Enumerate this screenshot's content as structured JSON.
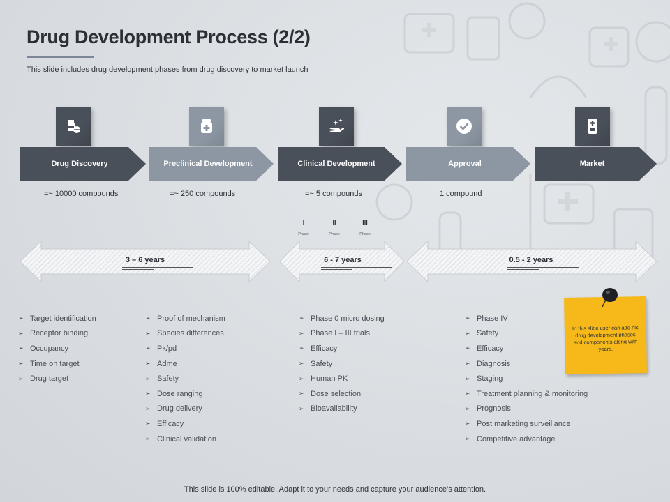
{
  "title": "Drug Development Process (2/2)",
  "subtitle": "This slide includes drug development phases from drug discovery to market launch",
  "stages": [
    {
      "label": "Drug Discovery",
      "compounds": "=~ 10000 compounds",
      "icon": "pills-icon"
    },
    {
      "label": "Preclinical Development",
      "compounds": "=~ 250 compounds",
      "icon": "medicine-bottle-icon"
    },
    {
      "label": "Clinical Development",
      "compounds": "=~ 5 compounds",
      "icon": "hand-sparkle-icon"
    },
    {
      "label": "Approval",
      "compounds": "1 compound",
      "icon": "checkmark-icon"
    },
    {
      "label": "Market",
      "compounds": "",
      "icon": "medical-device-icon"
    }
  ],
  "phases": [
    {
      "num": "I",
      "label": "Phase"
    },
    {
      "num": "II",
      "label": "Phase"
    },
    {
      "num": "III",
      "label": "Phase"
    }
  ],
  "durations": [
    "3 – 6 years",
    "6 - 7 years",
    "0.5 - 2 years"
  ],
  "lists": [
    [
      "Target identification",
      "Receptor binding",
      "Occupancy",
      "Time on target",
      "Drug target"
    ],
    [
      "Proof of mechanism",
      "Species differences",
      "Pk/pd",
      "Adme",
      "Safety",
      "Dose ranging",
      "Drug delivery",
      "Efficacy",
      "Clinical  validation"
    ],
    [
      "Phase 0 micro dosing",
      "Phase I – III trials",
      "Efficacy",
      "Safety",
      "Human PK",
      "Dose selection",
      "Bioavailability"
    ],
    [
      "Phase IV",
      "Safety",
      "Efficacy",
      "Diagnosis",
      "Staging",
      "Treatment planning  & monitoring",
      "Prognosis",
      "Post marketing surveillance",
      "Competitive advantage"
    ]
  ],
  "note": "In this slide user can add his drug development phases and components along with years.",
  "footer": "This slide is 100% editable. Adapt it to your needs and capture your audience’s attention.",
  "colors": {
    "dark": "#4a505a",
    "light": "#8d96a3",
    "note": "#f7b91a"
  }
}
